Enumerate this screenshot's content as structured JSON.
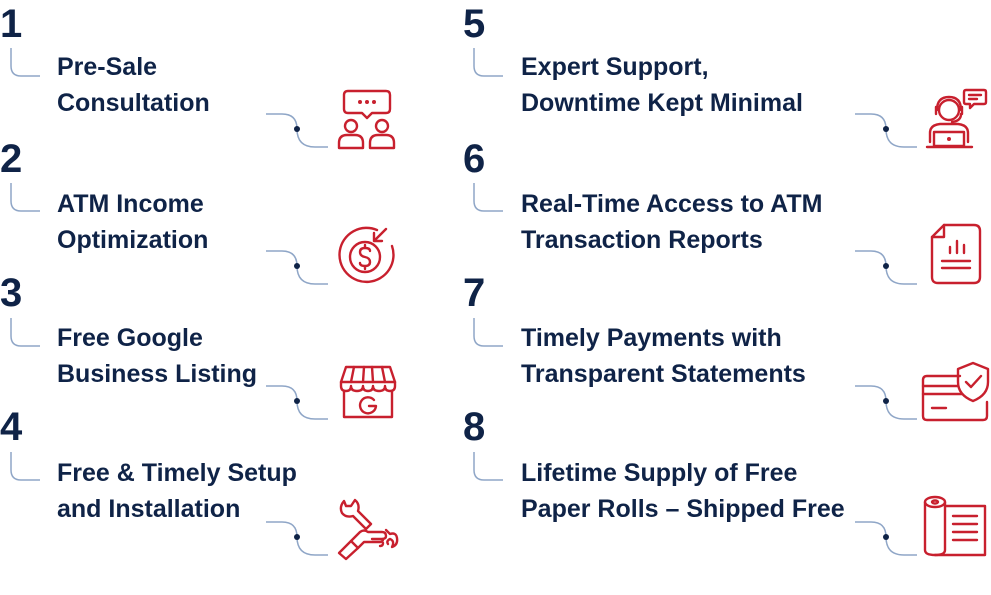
{
  "colors": {
    "text": "#0f2347",
    "accent": "#c8202e",
    "connector": "#8fa6c7"
  },
  "items": [
    {
      "number": "1",
      "line1": "Pre-Sale",
      "line2": "Consultation",
      "icon": "consultation-icon"
    },
    {
      "number": "2",
      "line1": "ATM Income",
      "line2": "Optimization",
      "icon": "income-dollar-icon"
    },
    {
      "number": "3",
      "line1": "Free Google",
      "line2": "Business Listing",
      "icon": "google-store-icon"
    },
    {
      "number": "4",
      "line1": "Free & Timely Setup",
      "line2": "and Installation",
      "icon": "wrench-hand-icon"
    },
    {
      "number": "5",
      "line1": "Expert Support,",
      "line2": "Downtime Kept Minimal",
      "icon": "support-agent-icon"
    },
    {
      "number": "6",
      "line1": "Real-Time Access to ATM",
      "line2": "Transaction Reports",
      "icon": "report-document-icon"
    },
    {
      "number": "7",
      "line1": "Timely Payments with",
      "line2": "Transparent Statements",
      "icon": "secure-payment-icon"
    },
    {
      "number": "8",
      "line1": "Lifetime Supply of Free",
      "line2": "Paper Rolls – Shipped Free",
      "icon": "paper-roll-icon"
    }
  ]
}
